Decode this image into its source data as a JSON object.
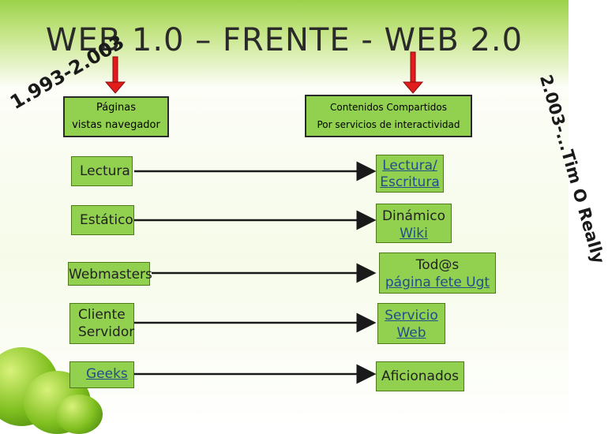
{
  "title": "WEB 1.0 – FRENTE - WEB 2.0",
  "version_left": "1.993-2.003",
  "version_right": "2.003-...Tim O Really",
  "header_left": {
    "line1": "Páginas",
    "line2": "vistas navegador"
  },
  "header_right": {
    "line1": "Contenidos Compartidos",
    "line2": "Por servicios de interactividad"
  },
  "rows": [
    {
      "left": "Lectura",
      "right": [
        "Lectura/",
        "Escritura"
      ]
    },
    {
      "left": "Estático",
      "right": [
        "Dinámico",
        "Wiki"
      ]
    },
    {
      "left": "Webmasters",
      "right": [
        "Tod@s",
        "página fete Ugt"
      ]
    },
    {
      "left": [
        "Cliente",
        "Servidor"
      ],
      "right": [
        "Servicio",
        "Web"
      ]
    },
    {
      "left": "Geeks",
      "right": "Aficionados"
    }
  ],
  "colors": {
    "box_green": "#92d050",
    "arrow_red": "#e21c1c",
    "link_blue": "#1f4e8c"
  }
}
